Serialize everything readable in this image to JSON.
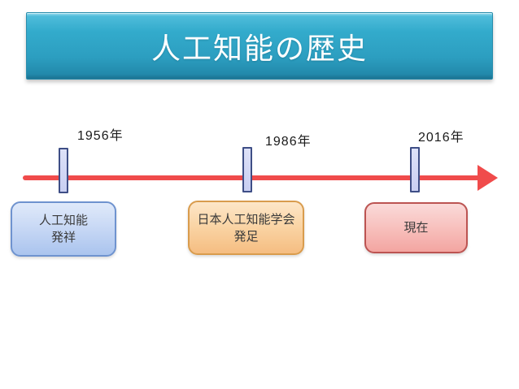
{
  "slide": {
    "title": "人工知能の歴史",
    "background_color": "#ffffff",
    "title_bar_color": "#2fa6c7",
    "title_text_color": "#ffffff"
  },
  "timeline": {
    "line_color": "#f04b4b",
    "tick_fill_color": "#ccd2f2",
    "tick_border_color": "#3e4e86",
    "direction": "left-to-right",
    "events": [
      {
        "year": "1956年",
        "label": "人工知能\n発祥",
        "box_color": "#bcd0f0",
        "border_color": "#6f93cf"
      },
      {
        "year": "1986年",
        "label": "日本人工知能学会\n発足",
        "box_color": "#f8ce9a",
        "border_color": "#d99c4d"
      },
      {
        "year": "2016年",
        "label": "現在",
        "box_color": "#f6b5b1",
        "border_color": "#bc5452"
      }
    ]
  }
}
